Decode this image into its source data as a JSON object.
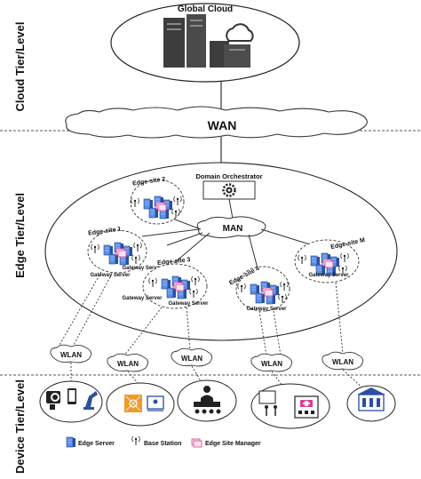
{
  "tiers": {
    "cloud": "Cloud Tier/Level",
    "edge": "Edge Tier/Level",
    "device": "Device Tier/Level"
  },
  "cloud": {
    "title": "Global Cloud"
  },
  "networks": {
    "wan": "WAN",
    "man": "MAN",
    "wlan": [
      "WLAN",
      "WLAN",
      "WLAN",
      "WLAN",
      "WLAN"
    ]
  },
  "orchestrator": {
    "label": "Domain Orchestrator"
  },
  "edge_sites": [
    {
      "label": "Edge-site 1",
      "gateway": "Gateway Server"
    },
    {
      "label": "Edge-site 2",
      "gateway": ""
    },
    {
      "label": "Edge-site 3",
      "gateway": "Gateway Server"
    },
    {
      "label": "Edge-site 4",
      "gateway": "Gateway Server"
    },
    {
      "label": "Edge-site M",
      "gateway": "Gateway Server"
    }
  ],
  "extra_gateway_labels": [
    "Gateway Server",
    "Gateway Server"
  ],
  "legend": {
    "edge_server": "Edge Server",
    "base_station": "Base Station",
    "edge_site_manager": "Edge Site Manager"
  },
  "icons": [
    "server-rack-icon",
    "cloud-icon",
    "gear-icon",
    "antenna-icon",
    "edge-server-icon",
    "site-manager-icon",
    "camera-icon",
    "phone-icon",
    "robot-arm-icon",
    "iot-hub-icon",
    "smart-board-icon",
    "classroom-icon",
    "hospital-icon",
    "building-icon"
  ],
  "colors": {
    "server_blue": "#3b6fd0",
    "manager_pink": "#d9408f",
    "device_orange": "#f09a2a",
    "rack_dark": "#3d3d3d"
  }
}
